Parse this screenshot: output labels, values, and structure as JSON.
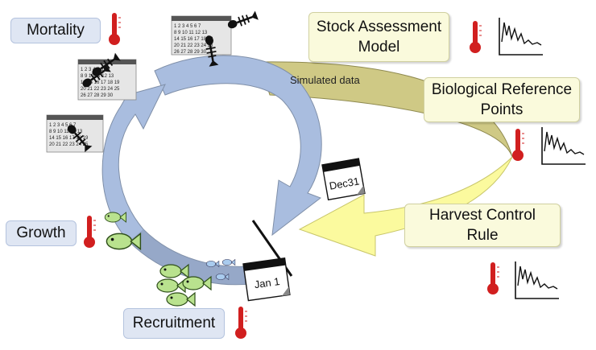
{
  "boxes": {
    "mortality": "Mortality",
    "growth": "Growth",
    "recruitment": "Recruitment",
    "stock_assessment_line1": "Stock Assessment",
    "stock_assessment_line2": "Model",
    "biological_reference_line1": "Biological Reference",
    "biological_reference_line2": "Points",
    "harvest_control_line1": "Harvest Control",
    "harvest_control_line2": "Rule"
  },
  "arrow_label": "Simulated data",
  "calendar_pages": {
    "start": "Jan 1",
    "end": "Dec31"
  },
  "colors": {
    "cycle_arrow": "#a9bddf",
    "cycle_arrow_dark": "#8797b4",
    "simulated_arrow": "#cfc985",
    "hcr_arrow": "#fbfa9e",
    "box_process": "#dfe6f3",
    "box_management": "#fafadc",
    "thermometer": "#d11f1f",
    "fish": "#b9e28e",
    "fish_small_blue": "#a9cbee"
  },
  "icons": [
    "thermometer-icon",
    "trend-chart-icon",
    "calendar-icon",
    "fish-skeleton-icon",
    "fish-icon"
  ]
}
